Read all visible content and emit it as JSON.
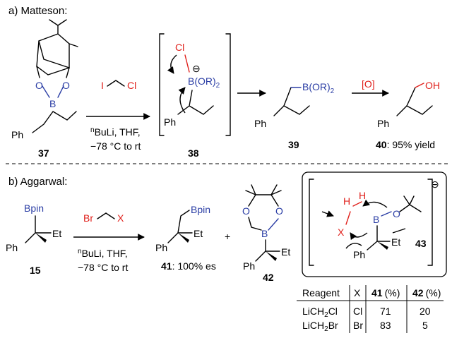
{
  "part_a": {
    "heading": "a) Matteson:",
    "reagent_top_left": "I",
    "reagent_top_right": "Cl",
    "conditions_line1_prefix": "n",
    "conditions_line1": "BuLi, THF,",
    "conditions_line2": "−78 °C to rt",
    "ate_cl": "Cl",
    "ate_b": "B(OR)",
    "ate_b_sub": "2",
    "ate_charge": "⊖",
    "product_b": "B(OR)",
    "product_b_sub": "2",
    "oxidation": "[O]",
    "alcohol": "OH",
    "ph": "Ph",
    "o": "O",
    "b": "B",
    "cpd_37": "37",
    "cpd_38": "38",
    "cpd_39": "39",
    "cpd_40": "40",
    "yield_40": ": 95% yield"
  },
  "part_b": {
    "heading": "b) Aggarwal:",
    "bpin": "Bpin",
    "et": "Et",
    "ph": "Ph",
    "reagent_left": "Br",
    "reagent_right": "X",
    "conditions_line1_prefix": "n",
    "conditions_line1": "BuLi, THF,",
    "conditions_line2": "−78 °C to rt",
    "plus": "+",
    "cpd_15": "15",
    "cpd_41": "41",
    "es_41": ": 100% es",
    "cpd_42": "42",
    "cpd_43": "43",
    "ts_h1": "H",
    "ts_h2": "H",
    "ts_x": "X",
    "ts_b": "B",
    "ts_o": "O",
    "ts_charge": "⊖",
    "o": "O",
    "b": "B"
  },
  "table": {
    "headers": [
      "Reagent",
      "X",
      "41",
      "(%)",
      "42",
      "(%)"
    ],
    "rows": [
      {
        "reagent_pre": "LiCH",
        "reagent_sub": "2",
        "reagent_post": "Cl",
        "x": "Cl",
        "v41": "71",
        "v42": "20"
      },
      {
        "reagent_pre": "LiCH",
        "reagent_sub": "2",
        "reagent_post": "Br",
        "x": "Br",
        "v41": "83",
        "v42": "5"
      }
    ]
  }
}
